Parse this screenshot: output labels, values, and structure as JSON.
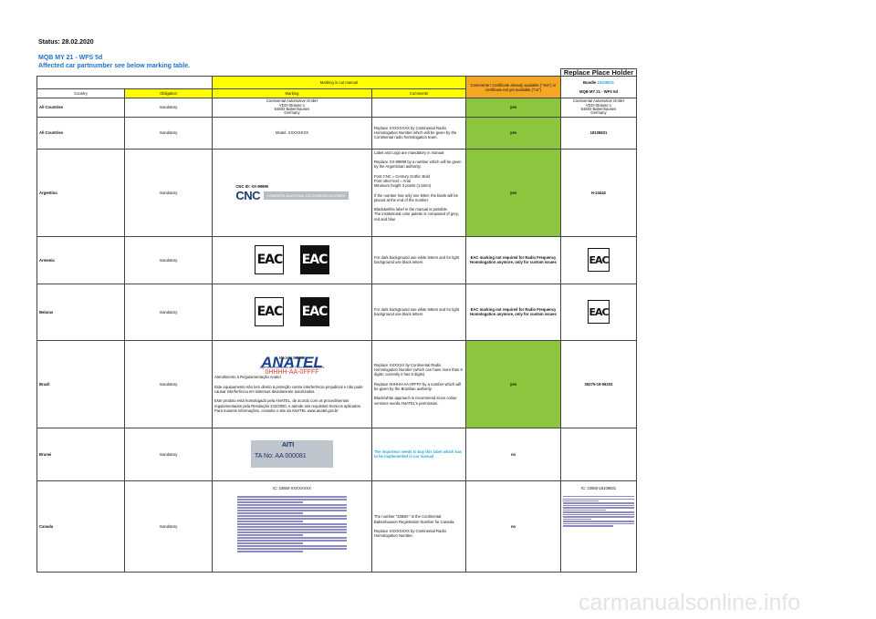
{
  "header": {
    "status": "Status: 28.02.2020",
    "line1": "MQB MY 21 - WFS 5d",
    "line2": "Affected car partnumber see below marking table."
  },
  "replace_placeholder": "Replace Place Holder",
  "columns": {
    "marking_group": "Marking in car manual",
    "comments_cert": "Comments / Certificate already available (\"Yes\") or certificate not yet available (\"no\")",
    "bundle_label": "Bundle",
    "bundle_number": "18108631",
    "bundle_sub": "MQB MY 21 - WFS 5d",
    "country": "Country",
    "obligation": "Obligation",
    "marking": "Marking",
    "comments": "Comments"
  },
  "rows": {
    "r1": {
      "country": "All Countries",
      "obligation": "mandatory",
      "marking": [
        "Continental Automotive GmbH",
        "VDO-Strasse 1",
        "64832 Babenhausen",
        "Germany"
      ],
      "cert": "yes",
      "replace": [
        "Continental Automotive GmbH",
        "VDO-Strasse 1",
        "64832 Babenhausen",
        "Germany"
      ]
    },
    "r2": {
      "country": "All Countries",
      "obligation": "mandatory",
      "marking": "Model: XXXXXXXX",
      "comments": "Replace XXXXXXXX by Continental Radio Homologation Number which will be given by the Continental radio homologation team.",
      "cert": "yes",
      "replace": "18108631"
    },
    "r3": {
      "country": "Argentina",
      "obligation": "mandatory",
      "marking_id": "CNC ID: XX-99999",
      "logo_word": "CNC",
      "logo_tag": "COMISIÓN NACIONAL DE COMUNICACIONES",
      "comments": [
        "Label and Logo are mandatory in manual",
        "Replace XX-99999 by a number which will be given by the Argentinian authority.",
        "Font CNC = Century Gothic Bold",
        "Font other text = Arial",
        "Minimum height 3 points (1.5mm)",
        "If the number has only one letter, the blank will be placed at the end of the number",
        "Black&white label in the manual is possible.",
        "The institutional color palette is composed of grey, red and blue"
      ],
      "cert": "yes",
      "replace": "H-24442"
    },
    "r4": {
      "country": "Armenia",
      "obligation": "mandatory",
      "logo": "EAC",
      "comments": "For dark background use white letters and for light background use black letters",
      "cert": "EAC marking not required for Radio Frequency Homologation anymore, only for custom issues"
    },
    "r5": {
      "country": "Belarus",
      "obligation": "mandatory",
      "logo": "EAC",
      "comments": "For dark background use white letters and for light background use black letters",
      "cert": "EAC marking not required for Radio Frequency Homologation anymore, only for custom issues"
    },
    "r6": {
      "country": "Brazil",
      "obligation": "mandatory",
      "modelo": "Modelo XXXXX",
      "logo_word": "ANATEL",
      "logo_sub": "Agência Nacional de Telecomunicações",
      "logo_number": "0HHHH-AA-0FFFF",
      "marking_text": [
        "Atendimento à Regulamentação Anatel",
        "Este equipamento não tem direito à proteção contra interferência prejudicial e não pode causar interferência em sistemas devidamente autorizados.",
        "Este produto está homologado pela ANATEL, de acordo com os procedimentos regulamentados pela Resolução 242/2000, e atende aos requisitos técnicos aplicados.",
        "Para maiores informações, consulte o site da ANATEL www.anatel.gov.br"
      ],
      "comments": [
        "Replace XXXXXX by Continental Radio Homologation Number (which can have more than 6 digits; currently it has 8 digits)",
        "Replace 0HHHH-AA-0FFFF by a number which will be given by the Brazilian authority.",
        "Black/white approach is recommend since colour versions needs ANATEL's permission."
      ],
      "cert": "yes",
      "replace": "09275-19-06203"
    },
    "r7": {
      "country": "Brunei",
      "obligation": "mandatory",
      "logo_word": "AITI",
      "logo_number": "TA No: AA 000081",
      "comments": "The importeur needs to buy this label which has to be implemented in car manual",
      "cert": "no"
    },
    "r8": {
      "country": "Canada",
      "obligation": "mandatory",
      "marking_ic": "IC: 23650-XXXXXXXX",
      "comments": [
        "The number \"23650-\" is the Continental Babenhausen Registration Number for Canada.",
        "Replace XXXXXXXX by Continental Radio Homologation Number."
      ],
      "cert": "no",
      "replace_ic": "IC: 23650-18108631"
    }
  },
  "watermark": "carmanualsonline.info"
}
